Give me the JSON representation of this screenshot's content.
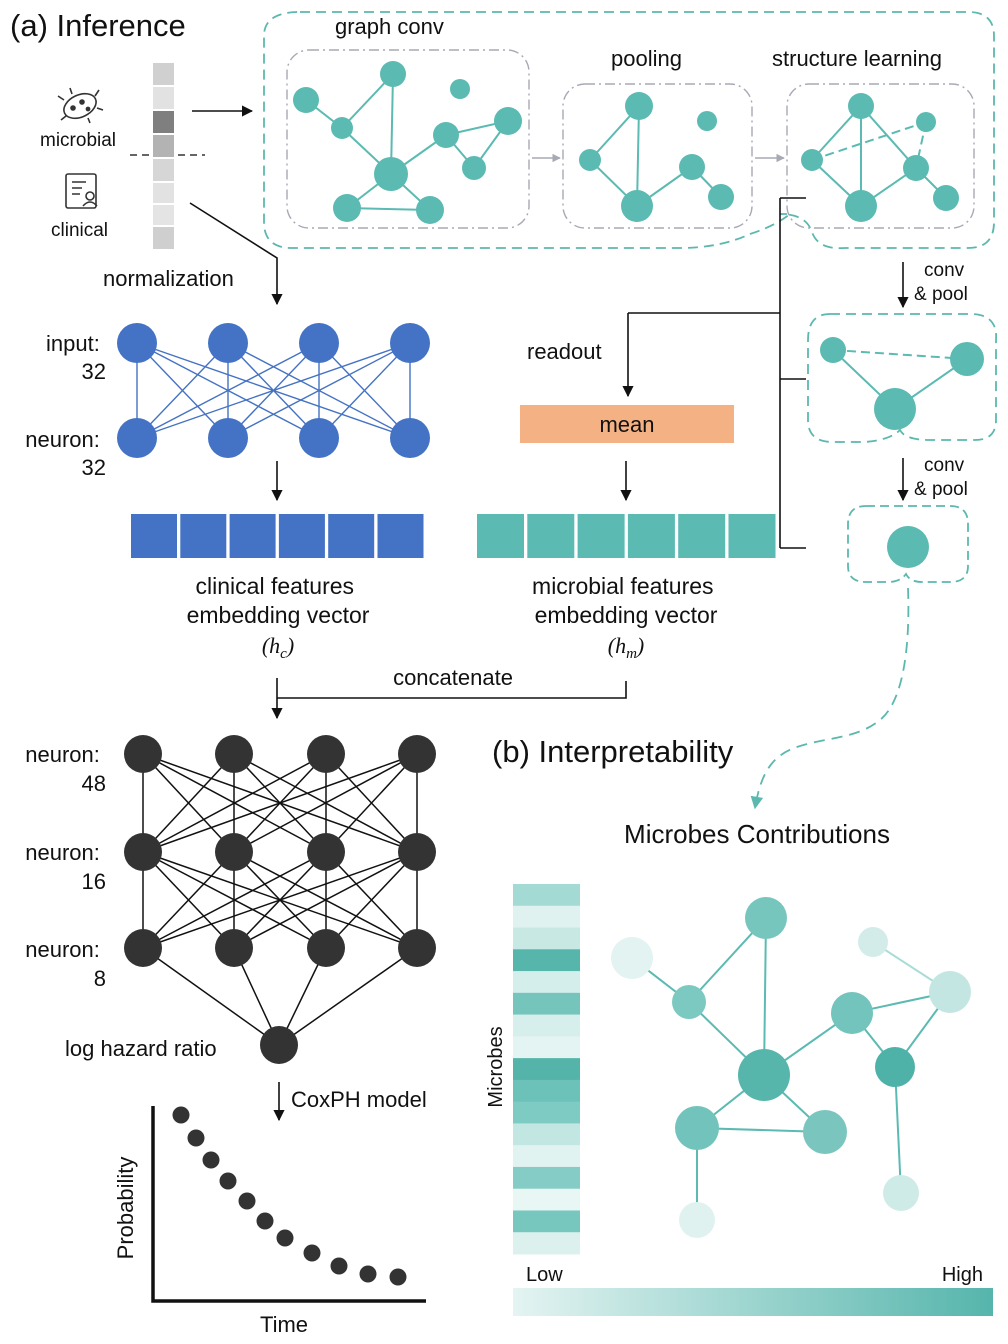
{
  "panel_a": {
    "title": "(a) Inference",
    "source_labels": {
      "microbial": "microbial",
      "clinical": "clinical"
    },
    "stage_labels": {
      "graph_conv": "graph conv",
      "pooling": "pooling",
      "structure_learning": "structure learning"
    },
    "normalization": "normalization",
    "conv_pool_1": [
      "conv",
      "& pool"
    ],
    "conv_pool_2": [
      "conv",
      "& pool"
    ],
    "readout": "readout",
    "mean": "mean",
    "clinical_mlp": {
      "input_label": [
        "input:",
        "32"
      ],
      "neuron_label": [
        "neuron:",
        "32"
      ]
    },
    "clinical_embedding": [
      "clinical features",
      "embedding vector",
      "(h",
      "c",
      ")"
    ],
    "microbial_embedding": [
      "microbial features",
      "embedding vector",
      "(h",
      "m",
      ")"
    ],
    "concatenate": "concatenate",
    "head_mlp": {
      "l1": [
        "neuron:",
        "48"
      ],
      "l2": [
        "neuron:",
        "16"
      ],
      "l3": [
        "neuron:",
        "8"
      ],
      "output": "log hazard ratio"
    },
    "coxph": "CoxPH model",
    "survival_plot": {
      "xlabel": "Time",
      "ylabel": "Probability"
    }
  },
  "panel_b": {
    "title": "(b) Interpretability",
    "subtitle": "Microbes Contributions",
    "ylabel": "Microbes",
    "scale_low": "Low",
    "scale_high": "High"
  },
  "colors": {
    "teal": "#5bbab2",
    "teal_dash": "#5bb8ae",
    "blue": "#4472c4",
    "dark": "#333333",
    "orange": "#f4b183",
    "gray_dash": "#a7a9b4"
  }
}
